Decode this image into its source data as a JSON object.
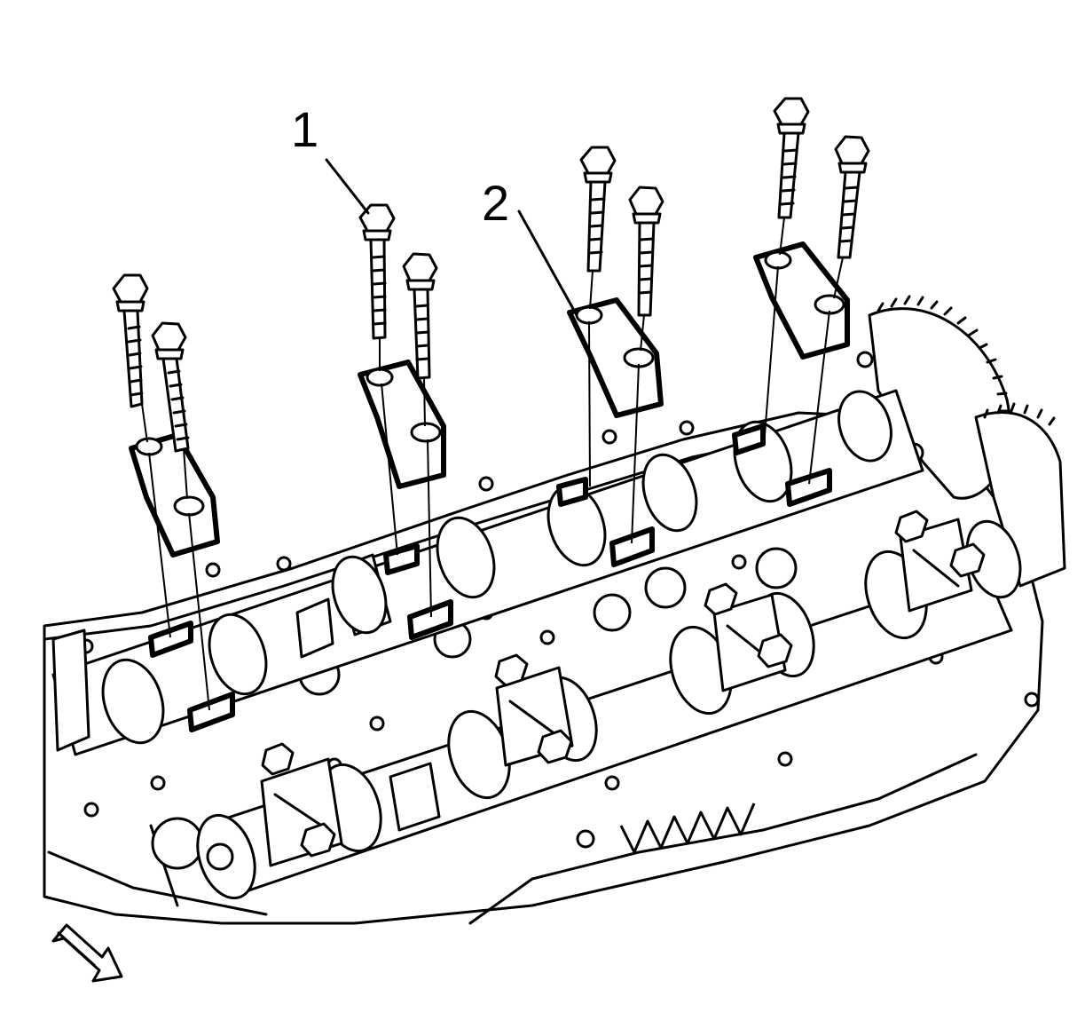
{
  "callouts": [
    {
      "id": "1",
      "label": "1"
    },
    {
      "id": "2",
      "label": "2"
    }
  ],
  "icons": {
    "view_arrow": "view-direction-arrow-icon"
  }
}
